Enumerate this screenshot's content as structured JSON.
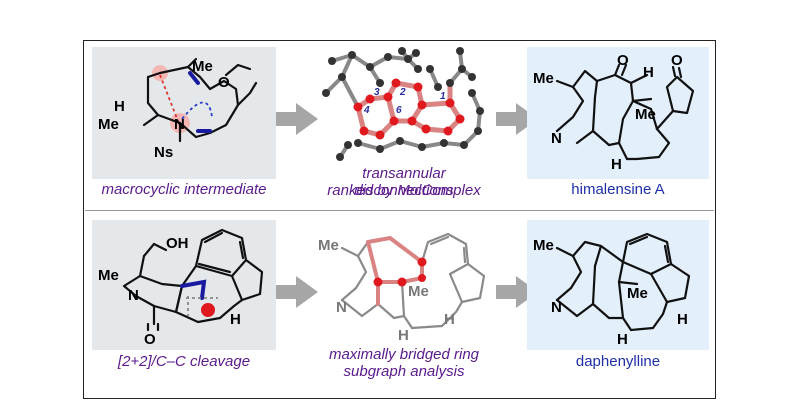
{
  "colors": {
    "panel_gray": "#e5e8ea",
    "panel_blue": "#e3effb",
    "caption_purple": "#5b1a8c",
    "caption_blue": "#1f2fa8",
    "arrow_gray": "#a6a6a6",
    "atom_red": "#e0191e",
    "bond_pink": "#d98383",
    "dash_blue": "#2a3ac9"
  },
  "top_row": {
    "left": {
      "caption": "macrocyclic intermediate",
      "labels": {
        "me_top": "Me",
        "ketone_o": "O",
        "h": "H",
        "me_left": "Me",
        "n": "N",
        "ns": "Ns"
      }
    },
    "middle": {
      "caption_line1": "transannular disconnections",
      "caption_line2": "ranked by MolComplex",
      "ring_labels": [
        "1",
        "2",
        "3",
        "4",
        "6"
      ]
    },
    "right": {
      "caption": "himalensine A",
      "labels": {
        "me_left": "Me",
        "o_left": "O",
        "h_top": "H",
        "o_right": "O",
        "me_center": "Me",
        "n": "N",
        "h_bottom": "H"
      }
    }
  },
  "bottom_row": {
    "left": {
      "caption": "[2+2]/C–C cleavage",
      "labels": {
        "oh": "OH",
        "me": "Me",
        "n": "N",
        "o": "O",
        "h": "H"
      }
    },
    "middle": {
      "caption_line1": "maximally bridged ring",
      "caption_line2": "subgraph analysis",
      "labels": {
        "me_top": "Me",
        "n": "N",
        "me_center": "Me",
        "h_bottom": "H",
        "h_right": "H"
      }
    },
    "right": {
      "caption": "daphenylline",
      "labels": {
        "me_left": "Me",
        "n": "N",
        "me_center": "Me",
        "h_right": "H",
        "h_bottom": "H"
      }
    }
  }
}
